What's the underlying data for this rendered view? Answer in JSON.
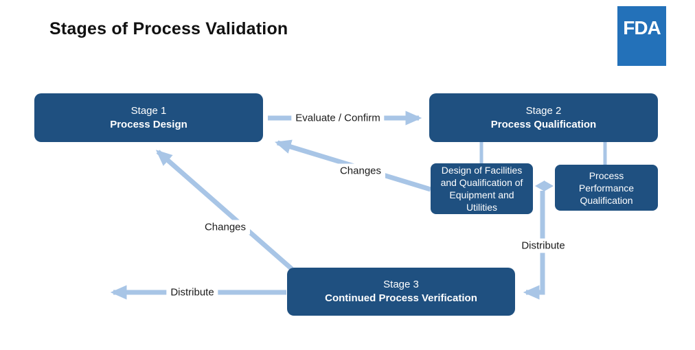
{
  "page": {
    "title": "Stages of Process Validation"
  },
  "logo": {
    "text": "FDA"
  },
  "boxes": {
    "stage1": {
      "line1": "Stage 1",
      "line2": "Process Design"
    },
    "stage2": {
      "line1": "Stage 2",
      "line2": "Process Qualification"
    },
    "facilities": {
      "text": "Design of Facilities and Qualification of Equipment and Utilities"
    },
    "ppq": {
      "text": "Process Performance Qualification"
    },
    "stage3": {
      "line1": "Stage 3",
      "line2": "Continued Process Verification"
    }
  },
  "labels": {
    "evaluate_confirm": "Evaluate / Confirm",
    "changes_upper": "Changes",
    "changes_lower": "Changes",
    "distribute_right": "Distribute",
    "distribute_left": "Distribute"
  },
  "colors": {
    "box_blue": "#1F5080",
    "arrow_blue": "#A8C5E6",
    "logo_blue": "#2371B9",
    "box_text_white": "#FFFFFF",
    "title_black": "#111111"
  }
}
